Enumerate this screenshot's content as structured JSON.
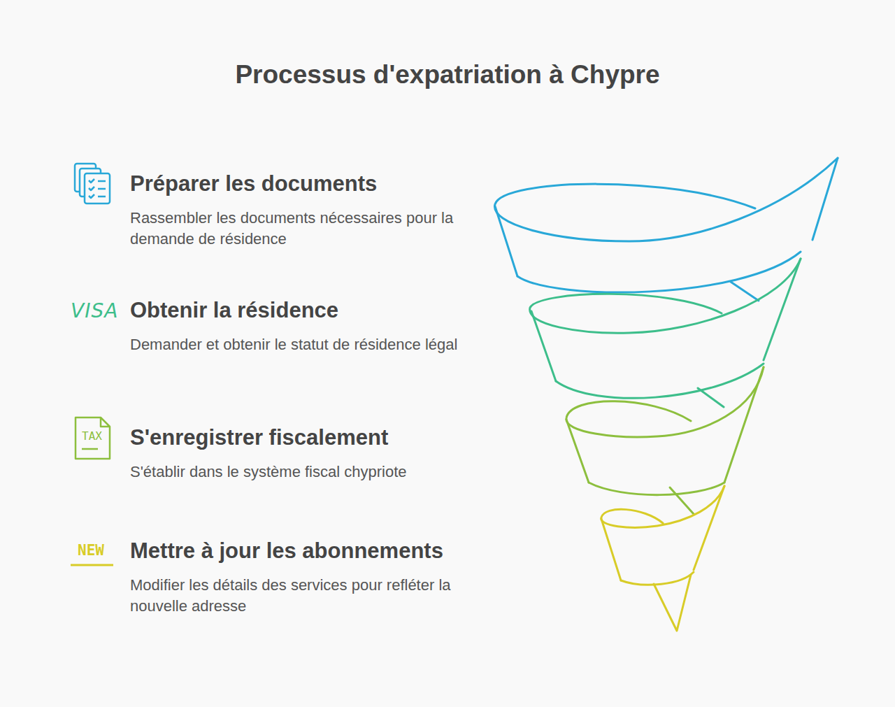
{
  "diagram": {
    "title": "Processus d'expatriation à Chypre",
    "nodes": [
      {
        "text": [
          "Préparer les documents",
          "Rassembler les documents nécessaires pour la demande de résidence"
        ]
      },
      {
        "text": [
          "Obtenir la résidence",
          "Demander et obtenir le statut de résidence légal"
        ]
      },
      {
        "text": [
          "S'enregistrer fiscalement",
          "S'établir dans le système fiscal chypriote"
        ]
      },
      {
        "text": [
          "Mettre à jour les abonnements",
          "Modifier les détails des services pour refléter la nouvelle adresse"
        ]
      }
    ],
    "labels": [
      "VISA",
      "TAX",
      "NEW"
    ]
  }
}
